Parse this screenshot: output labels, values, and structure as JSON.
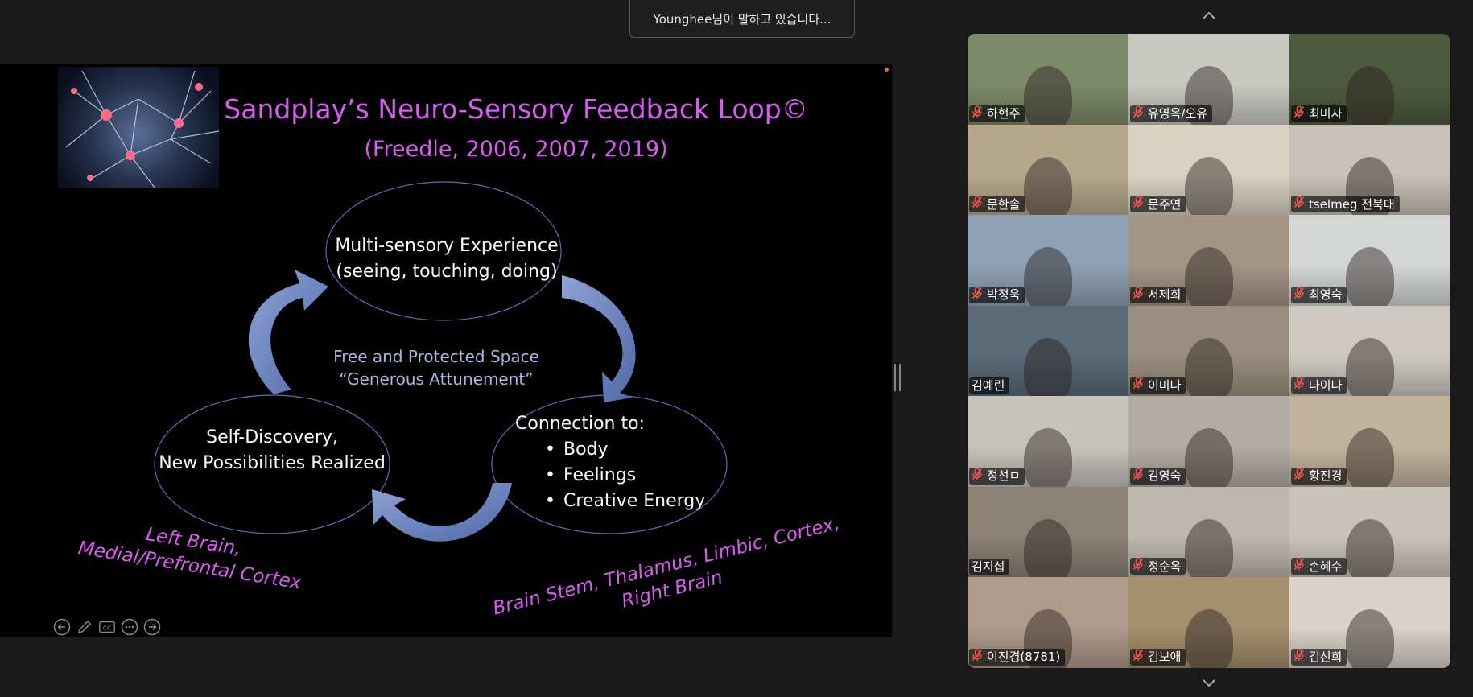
{
  "speaking_banner": "Younghee님이 말하고 있습니다...",
  "slide": {
    "title": "Sandplay’s Neuro-Sensory Feedback Loop©",
    "subtitle": "(Freedle, 2006, 2007, 2019)",
    "top_node": [
      "Multi-sensory Experience",
      "(seeing, touching, doing)"
    ],
    "center": [
      "Free and Protected Space",
      "“Generous Attunement”"
    ],
    "right_node_header": "Connection to:",
    "right_node_bullets": [
      "Body",
      "Feelings",
      "Creative Energy"
    ],
    "left_node": [
      "Self-Discovery,",
      "New Possibilities Realized"
    ],
    "brain_left": [
      "Left Brain,",
      "Medial/Prefrontal Cortex"
    ],
    "brain_right": [
      "Brain Stem, Thalamus, Limbic, Cortex,",
      "Right Brain"
    ],
    "controls": [
      "previous-slide-icon",
      "pen-icon",
      "captions-icon",
      "more-icon",
      "next-slide-icon"
    ]
  },
  "participants": [
    {
      "name": "하현주",
      "muted": true,
      "bg": "#7d8a6a"
    },
    {
      "name": "유영옥/오유",
      "muted": true,
      "bg": "#c9c9c4"
    },
    {
      "name": "최미자",
      "muted": true,
      "bg": "#4e5a3d"
    },
    {
      "name": "문한솔",
      "muted": true,
      "bg": "#b7a88d"
    },
    {
      "name": "문주연",
      "muted": true,
      "bg": "#d9d2c3"
    },
    {
      "name": "tselmeg 전북대",
      "muted": true,
      "bg": "#c7c2b8"
    },
    {
      "name": "박정욱",
      "muted": true,
      "bg": "#8fa1b4"
    },
    {
      "name": "서제희",
      "muted": true,
      "bg": "#a39584"
    },
    {
      "name": "최영숙",
      "muted": true,
      "bg": "#d3d6d4"
    },
    {
      "name": "김예린",
      "muted": false,
      "bg": "#5a6a78"
    },
    {
      "name": "이미나",
      "muted": true,
      "bg": "#9a8f7e"
    },
    {
      "name": "나이나",
      "muted": true,
      "bg": "#cdc9c2"
    },
    {
      "name": "정선ㅁ",
      "muted": true,
      "bg": "#c6c2bc"
    },
    {
      "name": "김영숙",
      "muted": true,
      "bg": "#b2aca4"
    },
    {
      "name": "황진경",
      "muted": true,
      "bg": "#c3b39c"
    },
    {
      "name": "김지섭",
      "muted": false,
      "bg": "#8c8175"
    },
    {
      "name": "정순옥",
      "muted": true,
      "bg": "#bdb8ae"
    },
    {
      "name": "손혜수",
      "muted": true,
      "bg": "#c8c3ba"
    },
    {
      "name": "이진경(8781)",
      "muted": true,
      "bg": "#b09a8a"
    },
    {
      "name": "김보애",
      "muted": true,
      "bg": "#a58f6f"
    },
    {
      "name": "김선희",
      "muted": true,
      "bg": "#d8d2c8"
    }
  ]
}
